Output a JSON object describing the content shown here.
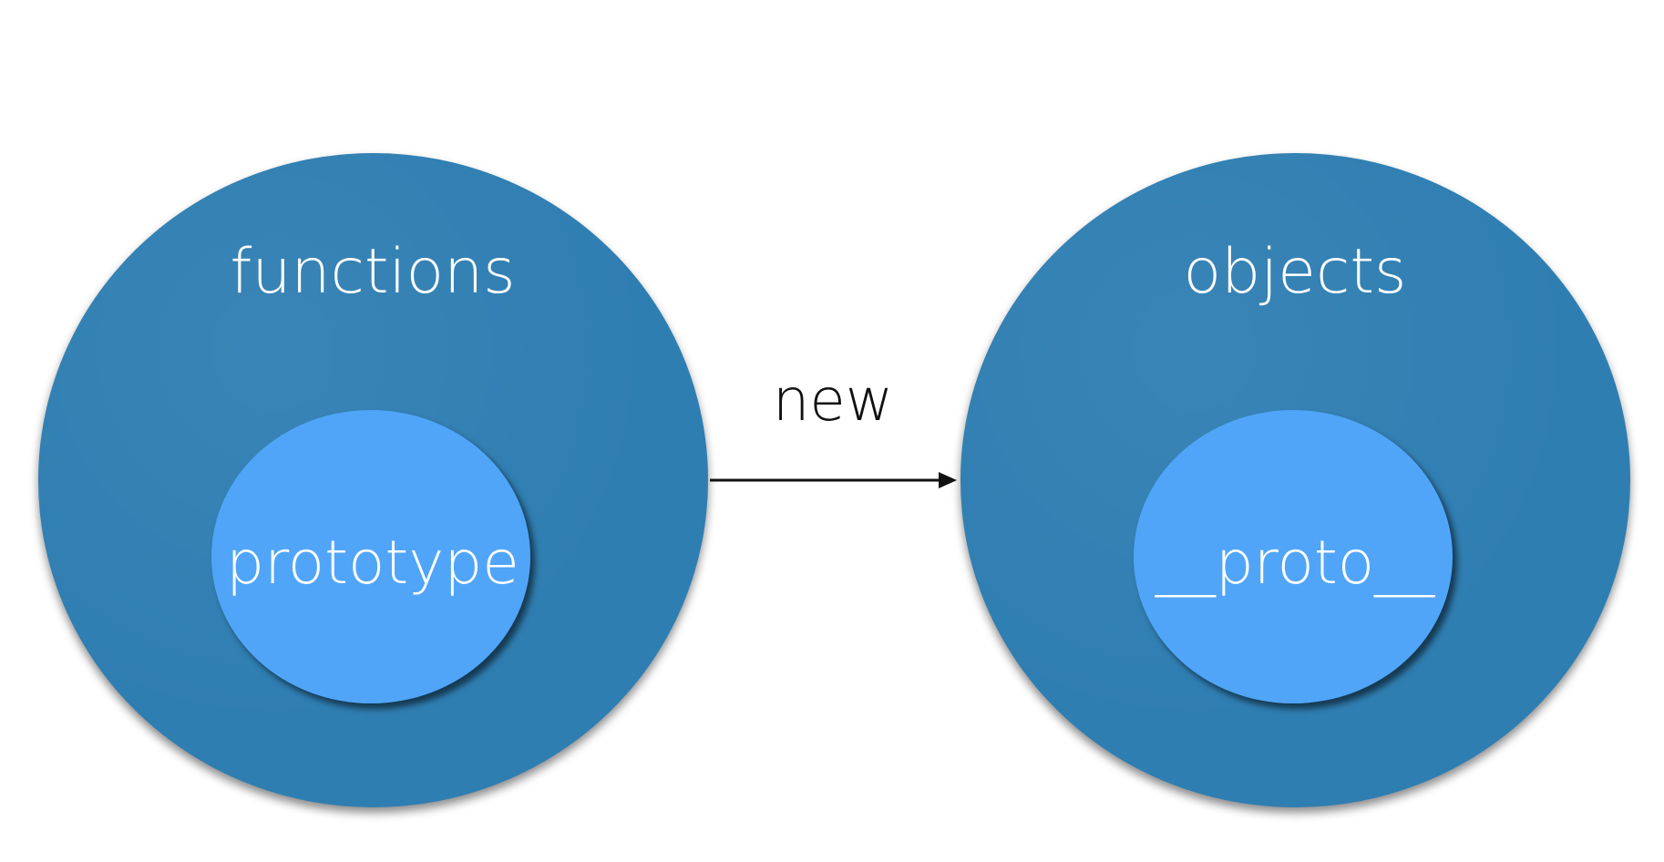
{
  "nodes": {
    "functions": {
      "label": "functions",
      "inner_label": "prototype"
    },
    "objects": {
      "label": "objects",
      "inner_label": "__proto__"
    }
  },
  "edge": {
    "label": "new"
  },
  "colors": {
    "outer_fill": "#2f7eb2",
    "inner_fill": "#50a5f8",
    "text_on_circle": "#ffffff",
    "edge": "#111111",
    "background": "#ffffff"
  }
}
